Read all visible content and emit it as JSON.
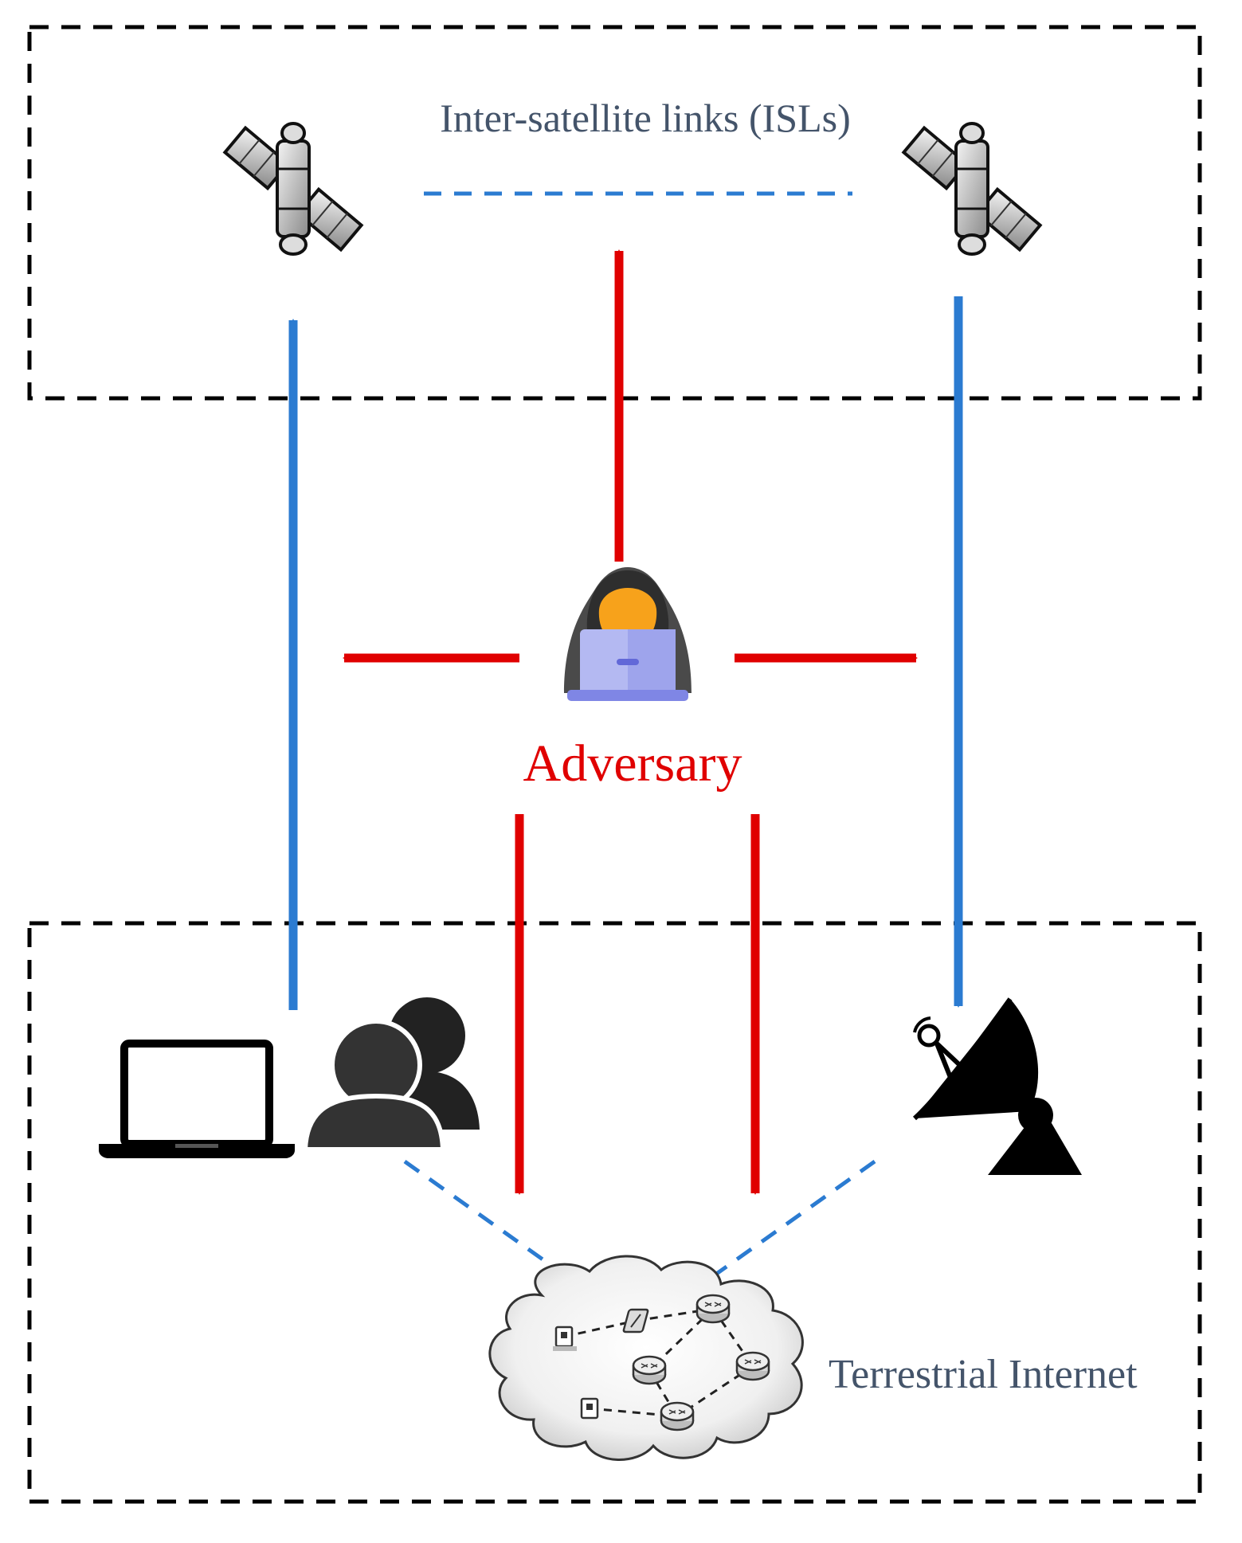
{
  "labels": {
    "isl": "Inter-satellite links (ISLs)",
    "adversary": "Adversary",
    "terrestrial": "Terrestrial Internet"
  },
  "icons": {
    "satellite": "satellite-icon",
    "hacker": "hacker-icon",
    "laptop": "laptop-icon",
    "users": "users-icon",
    "dish": "satellite-dish-icon",
    "cloud": "network-cloud-icon"
  },
  "colors": {
    "blue": "#2B7BD1",
    "red": "#E00000",
    "text": "#44546A",
    "box": "#000000"
  }
}
